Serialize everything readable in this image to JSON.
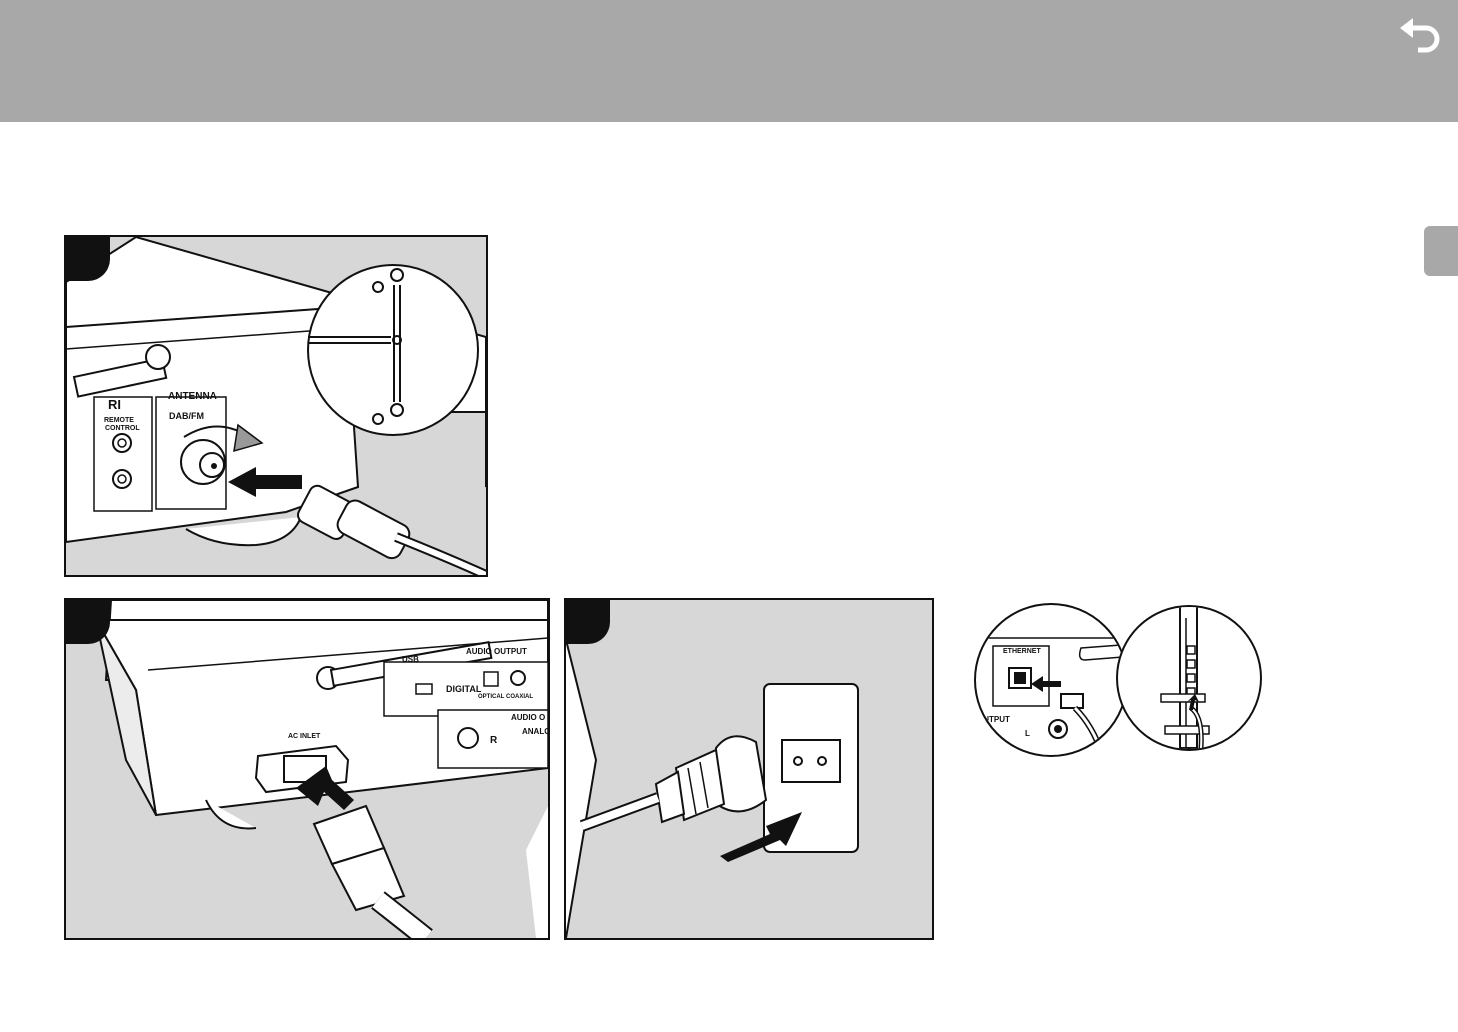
{
  "labels": {
    "ri": "RI",
    "remote_control_line1": "REMOTE",
    "remote_control_line2": "CONTROL",
    "antenna": "ANTENNA",
    "dab_fm": "DAB/FM",
    "usb": "USB",
    "audio_output": "AUDIO OUTPUT",
    "digital": "DIGITAL",
    "optical": "OPTICAL",
    "coaxial": "COAXIAL",
    "r": "R",
    "audio_o": "AUDIO O",
    "analo": "ANALO",
    "ac_inlet": "AC INLET",
    "ethernet": "ETHERNET",
    "output": "OUTPUT",
    "l": "L"
  },
  "colors": {
    "header": "#a9a8a8",
    "panel_bg": "#d7d7d7",
    "device": "#ffffff",
    "line": "#111111"
  },
  "icons": {
    "back": "return-arrow-icon"
  }
}
